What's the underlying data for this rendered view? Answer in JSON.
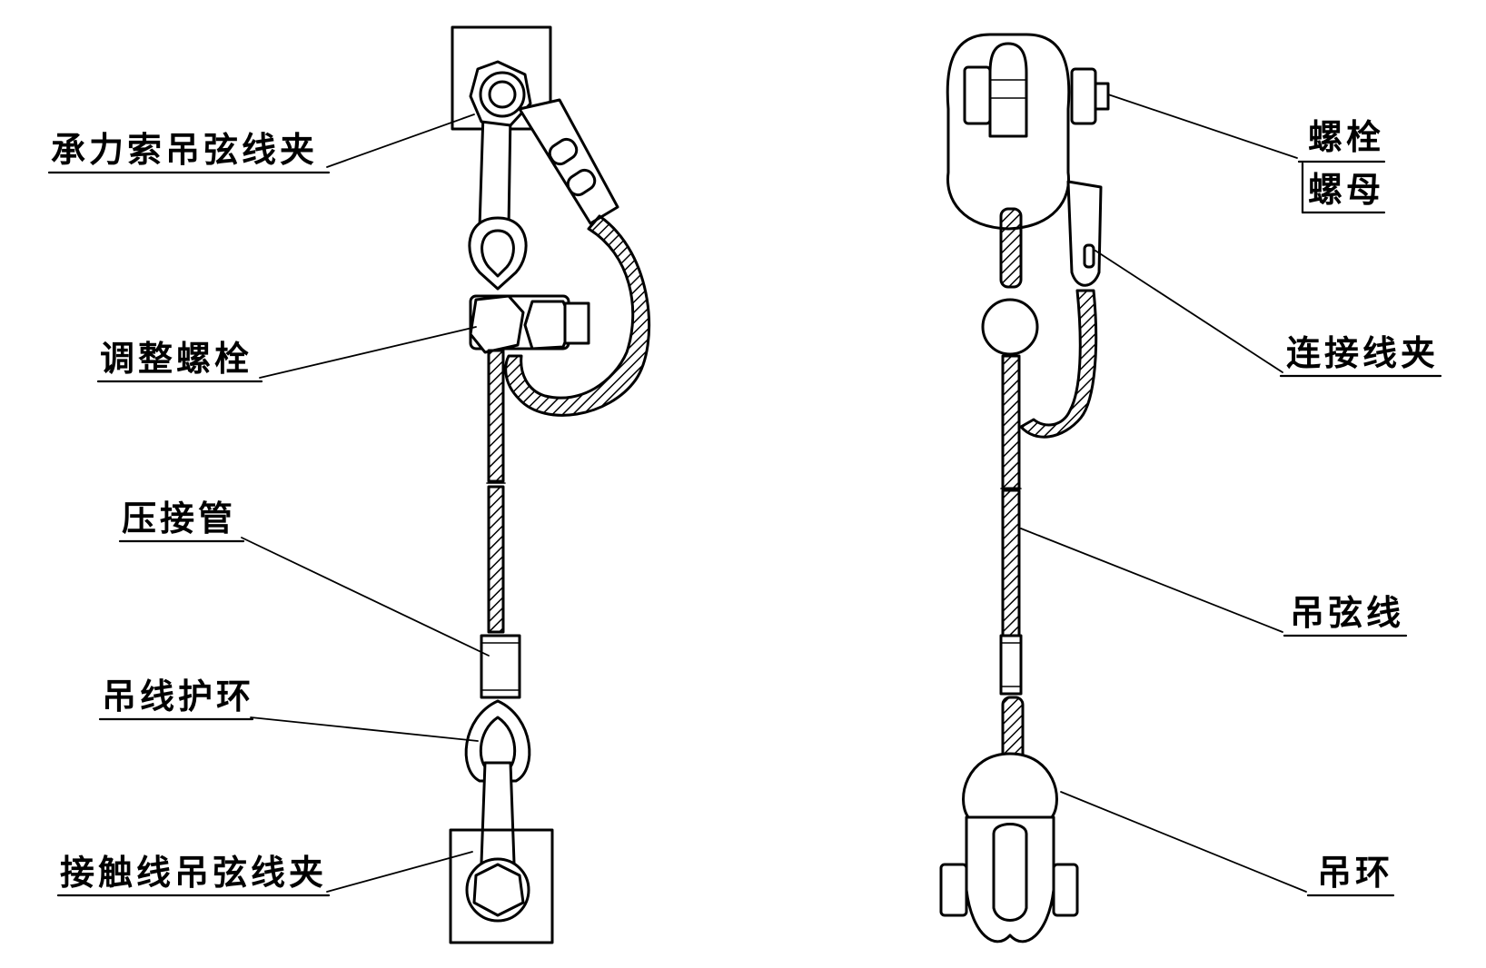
{
  "labels": {
    "messenger_dropper_clamp": "承力索吊弦线夹",
    "adjusting_bolt": "调整螺栓",
    "crimp_sleeve": "压接管",
    "dropper_thimble": "吊线护环",
    "contact_wire_dropper_clamp": "接触线吊弦线夹",
    "bolt": "螺栓",
    "nut": "螺母",
    "connecting_clamp": "连接线夹",
    "dropper_wire": "吊弦线",
    "dropper_ring": "吊环"
  }
}
